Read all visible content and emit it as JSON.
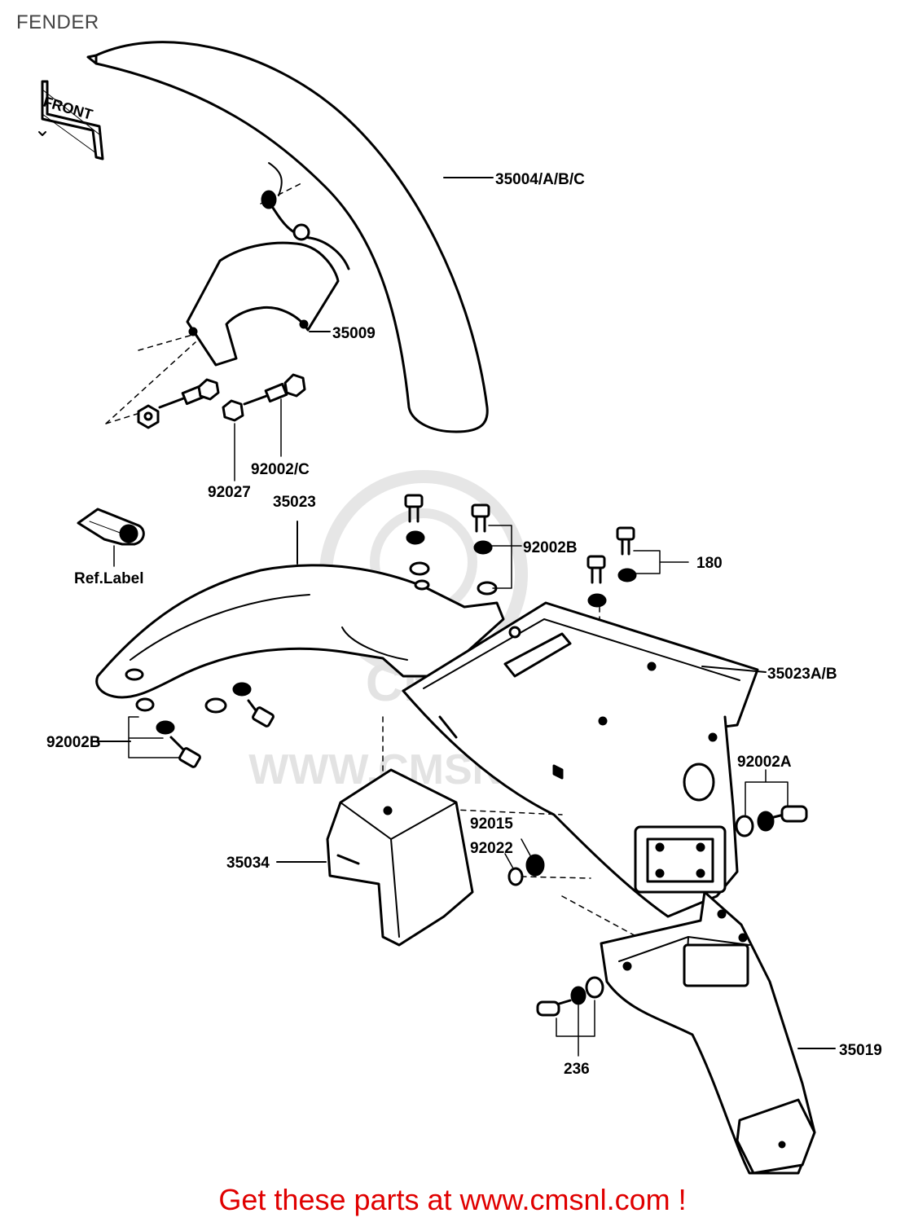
{
  "title": "FENDER",
  "front_tag": "FRONT",
  "ref_label": "Ref.Label",
  "watermark": {
    "text": "WWW.CMSNL.COM",
    "logo_text": "CMS"
  },
  "labels": {
    "p35004": "35004/A/B/C",
    "p35009": "35009",
    "p92002c": "92002/C",
    "p92027": "92027",
    "p35023": "35023",
    "p92002b_top": "92002B",
    "p180": "180",
    "p35023ab": "35023A/B",
    "p92002b_left": "92002B",
    "p92002a": "92002A",
    "p92015": "92015",
    "p92022": "92022",
    "p35034": "35034",
    "p236": "236",
    "p35019": "35019"
  },
  "footer": {
    "text": "Get these parts at www.cmsnl.com !",
    "color": "#e00000"
  }
}
